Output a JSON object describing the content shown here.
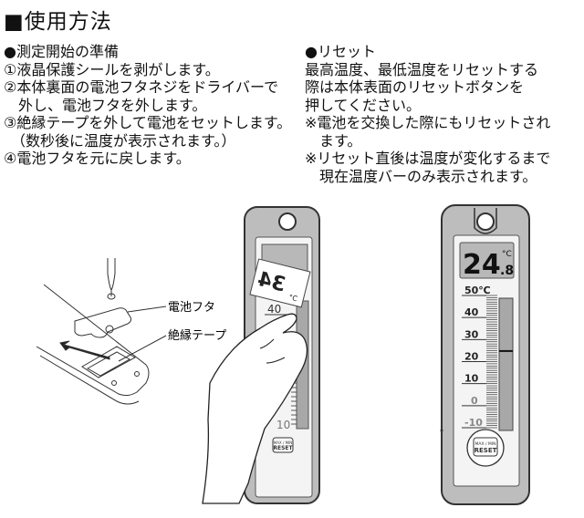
{
  "title": "■使用方法",
  "left_section": {
    "lines": [
      "●測定開始の準備",
      "①液晶保護シールを剥がします。",
      "②本体裏面の電池フタネジをドライバーで",
      "　外し、電池フタを外します。",
      "③絶縁テープを外して電池をセットします。",
      "　（数秒後に温度が表示されます。）",
      "④電池フタを元に戻します。"
    ]
  },
  "right_section": {
    "lines": [
      "●リセット",
      "最高温度、最低温度をリセットする",
      "際は本体表面のリセットボタンを",
      "押してください。",
      "※電池を交換した際にもリセットされ",
      "　ます。",
      "※リセット直後は温度が変化するまで",
      "　現在温度バーのみ表示されます。"
    ]
  },
  "illustration": {
    "battery_cover_label": "電池フタ",
    "insulation_tape_label": "絶縁テープ",
    "seal_display": "34",
    "seal_unit": "°C",
    "left_scale_labels": [
      "40",
      "10"
    ],
    "button_small": "MAX / MIN",
    "button_main": "RESET",
    "display_integer": "24",
    "display_decimal": ".8",
    "display_unit": "°C",
    "scale_labels": [
      "50℃",
      "40",
      "30",
      "20",
      "10",
      "0",
      "-10"
    ],
    "current_temperature": 24.8,
    "scale_range": [
      -10,
      50
    ]
  }
}
